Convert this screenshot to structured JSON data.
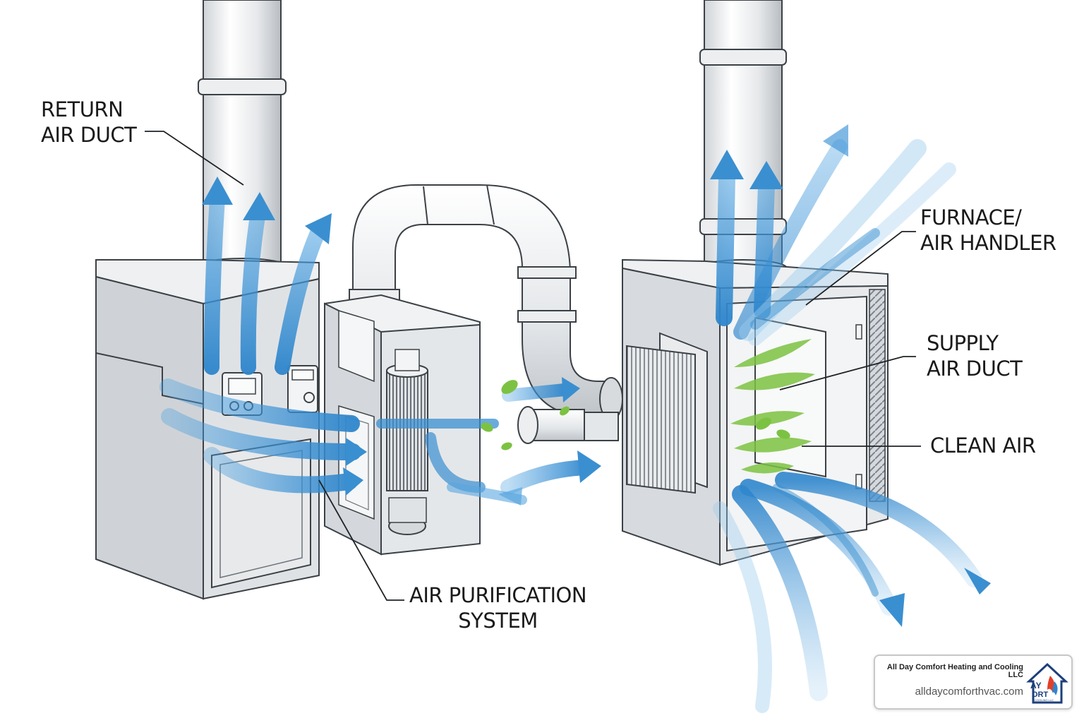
{
  "labels": {
    "return_air_duct": [
      "RETURN",
      "AIR DUCT"
    ],
    "furnace_air_handler": [
      "FURNACE/",
      "AIR HANDLER"
    ],
    "supply_air_duct": [
      "SUPPLY",
      "AIR DUCT"
    ],
    "clean_air": "CLEAN AIR",
    "air_purification_system": [
      "AIR PURIFICATION",
      "SYSTEM"
    ]
  },
  "brand": {
    "name": "All Day Comfort Heating and Cooling LLC",
    "url": "alldaycomforthvac.com",
    "logo_text": "AY ORT COOLING LLC"
  },
  "colors": {
    "airflow_blue": "#3a8fd0",
    "clean_green": "#7cc242",
    "metal_light": "#f2f3f4",
    "metal_mid": "#d9dcdf",
    "metal_dark": "#b9bec3",
    "outline": "#2f3438"
  },
  "icons": [
    "house-flame-logo-icon",
    "airflow-arrow-icon",
    "leaf-icon"
  ]
}
